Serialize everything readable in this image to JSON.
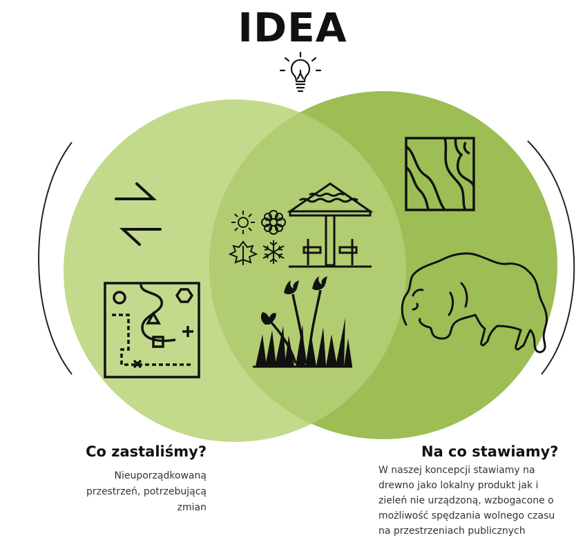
{
  "title": "IDEA",
  "left": {
    "heading": "Co zastaliśmy?",
    "lines": [
      "Nieuporządkowaną",
      "przestrzeń, potrzebującą",
      "zmian"
    ]
  },
  "right": {
    "heading": "Na co stawiamy?",
    "lines": [
      "W naszej koncepcji stawiamy na",
      "drewno jako lokalny produkt jak i",
      "zieleń nie urządzoną, wzbogacone o",
      "możliwość spędzania wolnego czasu",
      "na przestrzeniach publicznych"
    ]
  },
  "colors": {
    "left_circle": "#c3d98c",
    "right_circle": "#9dbd55",
    "overlap": "#b2cc72",
    "ink": "#111111"
  },
  "icons": {
    "top": "lightbulb-icon",
    "left": [
      "exchange-arrows-icon",
      "treasure-map-icon"
    ],
    "center": [
      "weather-seasons-icon",
      "gazebo-icon",
      "tulips-grass-icon"
    ],
    "right": [
      "wood-grain-icon",
      "bison-icon"
    ]
  }
}
